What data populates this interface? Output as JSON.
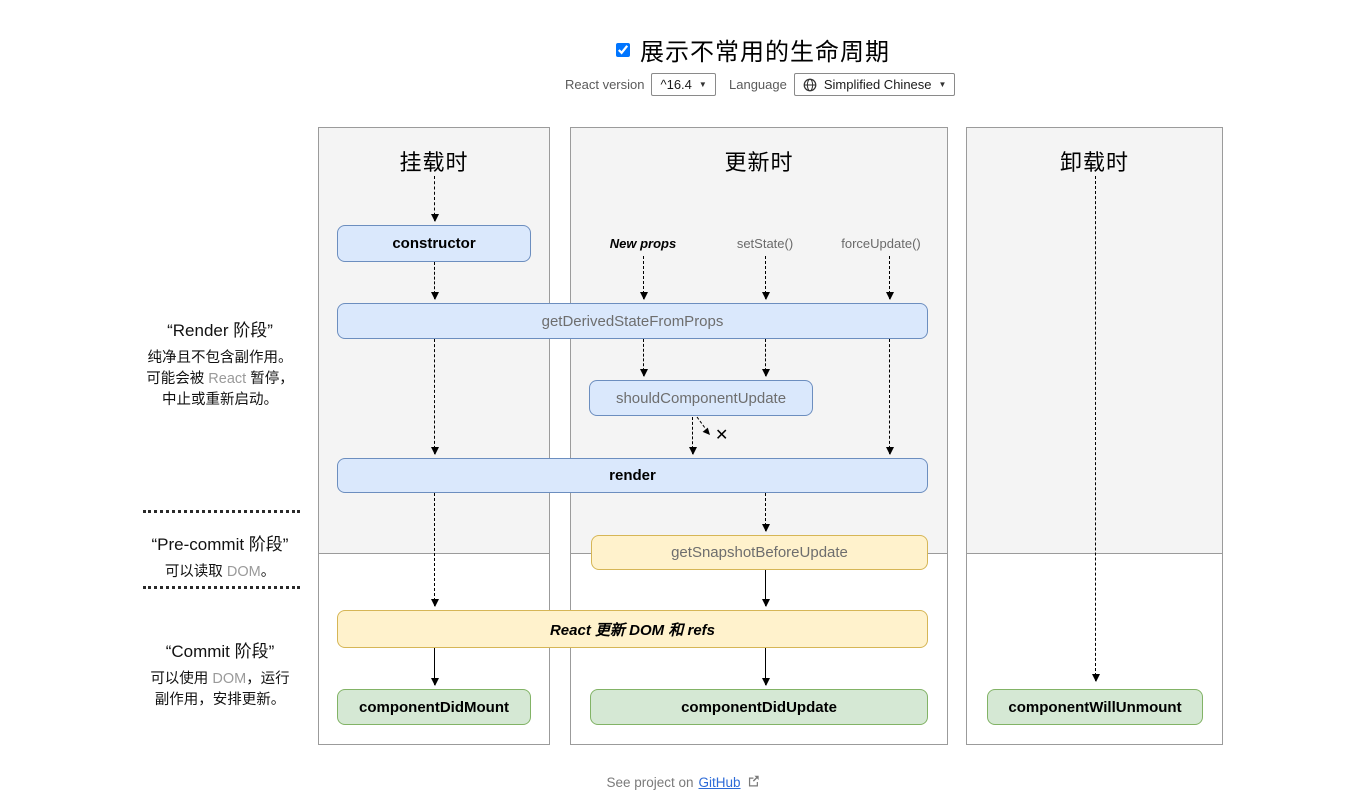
{
  "controls": {
    "toggle_label": "展示不常用的生命周期",
    "toggle_checked": "checked",
    "react_version_label": "React version",
    "react_version_value": "^16.4",
    "language_label": "Language",
    "language_value": "Simplified Chinese",
    "select_arrow": "▼"
  },
  "columns": {
    "mounting": {
      "title": "挂载时"
    },
    "updating": {
      "title": "更新时"
    },
    "unmounting": {
      "title": "卸载时"
    }
  },
  "triggers": {
    "new_props": "New props",
    "set_state": "setState()",
    "force_update": "forceUpdate()"
  },
  "methods": {
    "constructor": "constructor",
    "getDerivedStateFromProps": "getDerivedStateFromProps",
    "shouldComponentUpdate": "shouldComponentUpdate",
    "render": "render",
    "getSnapshotBeforeUpdate": "getSnapshotBeforeUpdate",
    "reactUpdates": "React 更新 DOM 和 refs",
    "componentDidMount": "componentDidMount",
    "componentDidUpdate": "componentDidUpdate",
    "componentWillUnmount": "componentWillUnmount"
  },
  "abort": {
    "symbol": "✕"
  },
  "phases": {
    "render": {
      "title": "“Render 阶段”",
      "line1": "纯净且不包含副作用。",
      "line2_pre": "可能会被 ",
      "line2_brand": "React",
      "line2_post": " 暂停，",
      "line3": "中止或重新启动。"
    },
    "pre_commit": {
      "title": "“Pre-commit 阶段”",
      "body_pre": "可以读取 ",
      "body_brand": "DOM",
      "body_post": "。"
    },
    "commit": {
      "title": "“Commit 阶段”",
      "line1_pre": "可以使用 ",
      "line1_brand": "DOM",
      "line1_post": "，运行",
      "line2": "副作用，安排更新。"
    }
  },
  "footer": {
    "text": "See project on",
    "link_label": "GitHub"
  },
  "colors": {
    "box_blue_bg": "#dae8fc",
    "box_blue_border": "#6c8ebf",
    "box_yellow_bg": "#fff2cc",
    "box_yellow_border": "#d6b656",
    "box_green_bg": "#d5e8d4",
    "box_green_border": "#82b366",
    "render_phase_bg": "#f4f4f4",
    "panel_border": "#9b9b9b",
    "dim_text": "#6e6e6e",
    "link": "#2d6bd8"
  }
}
